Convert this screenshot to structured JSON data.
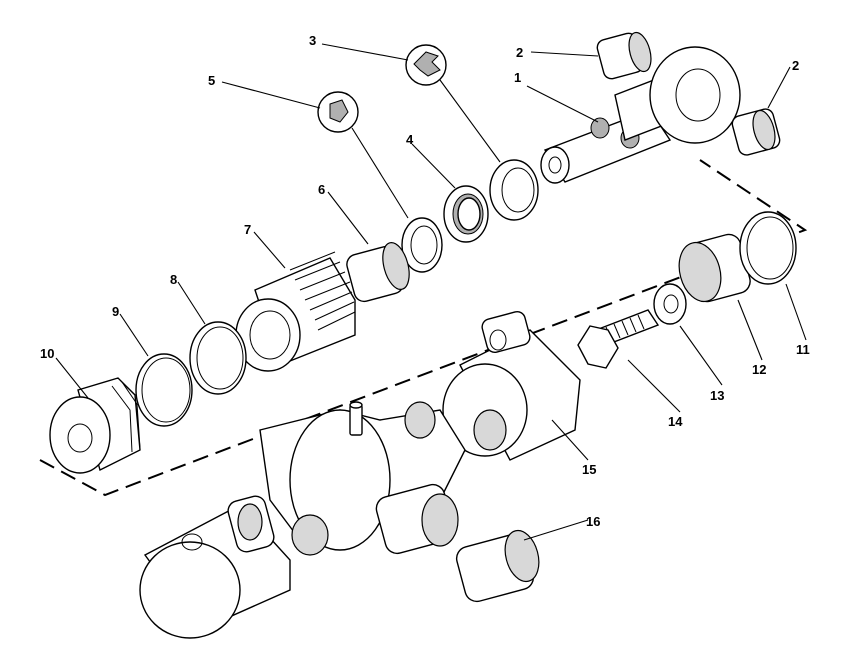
{
  "callouts": [
    {
      "id": "c1",
      "text": "1"
    },
    {
      "id": "c2a",
      "text": "2"
    },
    {
      "id": "c2b",
      "text": "2"
    },
    {
      "id": "c3",
      "text": "3"
    },
    {
      "id": "c4",
      "text": "4"
    },
    {
      "id": "c5",
      "text": "5"
    },
    {
      "id": "c6",
      "text": "6"
    },
    {
      "id": "c7",
      "text": "7"
    },
    {
      "id": "c8",
      "text": "8"
    },
    {
      "id": "c9",
      "text": "9"
    },
    {
      "id": "c10",
      "text": "10"
    },
    {
      "id": "c11",
      "text": "11"
    },
    {
      "id": "c12",
      "text": "12"
    },
    {
      "id": "c13",
      "text": "13"
    },
    {
      "id": "c14",
      "text": "14"
    },
    {
      "id": "c15",
      "text": "15"
    },
    {
      "id": "c16",
      "text": "16"
    }
  ]
}
